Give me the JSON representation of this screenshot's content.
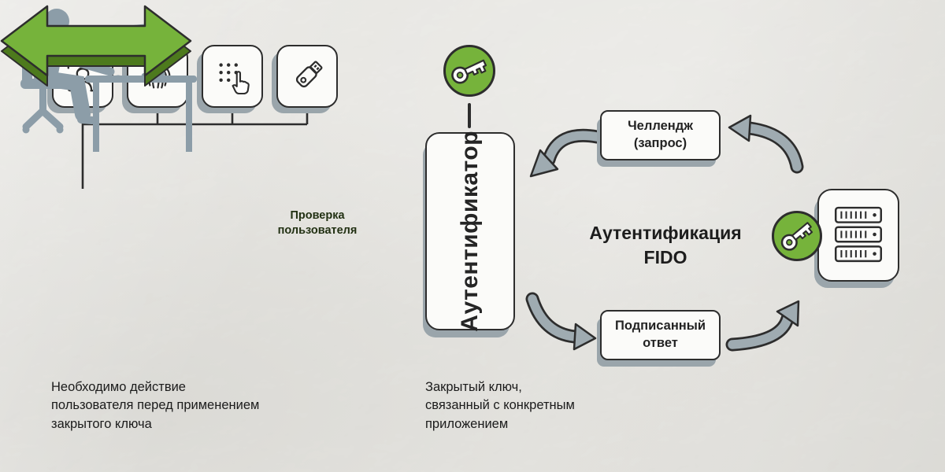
{
  "diagram_title": "Аутентификация FIDO",
  "colors": {
    "background": "#e9e8e4",
    "green": "#76b33b",
    "green_shadow": "#4d7a1d",
    "outline": "#2d2d2d",
    "card": "#fbfbf9",
    "drop_shadow": "#9aa5ab",
    "figure_gray": "#8c9da8",
    "arrow_gray": "#9fabb1",
    "text": "#1b1b1b"
  },
  "auth_method_icons": [
    "face-recognition-icon",
    "fingerprint-icon",
    "pin-touch-icon",
    "usb-key-icon"
  ],
  "verification_arrow": {
    "line1": "Проверка",
    "line2": "пользователя"
  },
  "authenticator": {
    "label": "Аутентификатор",
    "icon": "key-icon"
  },
  "fido_cycle": {
    "title_line1": "Аутентификация",
    "title_line2": "FIDO",
    "challenge_box": {
      "line1": "Челлендж",
      "line2": "(запрос)"
    },
    "response_box": {
      "line1": "Подписанный",
      "line2": "ответ"
    },
    "server_icon": "server-icon",
    "server_key_icon": "key-icon"
  },
  "captions": {
    "left": {
      "line1": "Необходимо действие",
      "line2": "пользователя перед применением",
      "line3": "закрытого ключа"
    },
    "center": {
      "line1": "Закрытый ключ,",
      "line2": "связанный с конкретным",
      "line3": "приложением"
    }
  }
}
